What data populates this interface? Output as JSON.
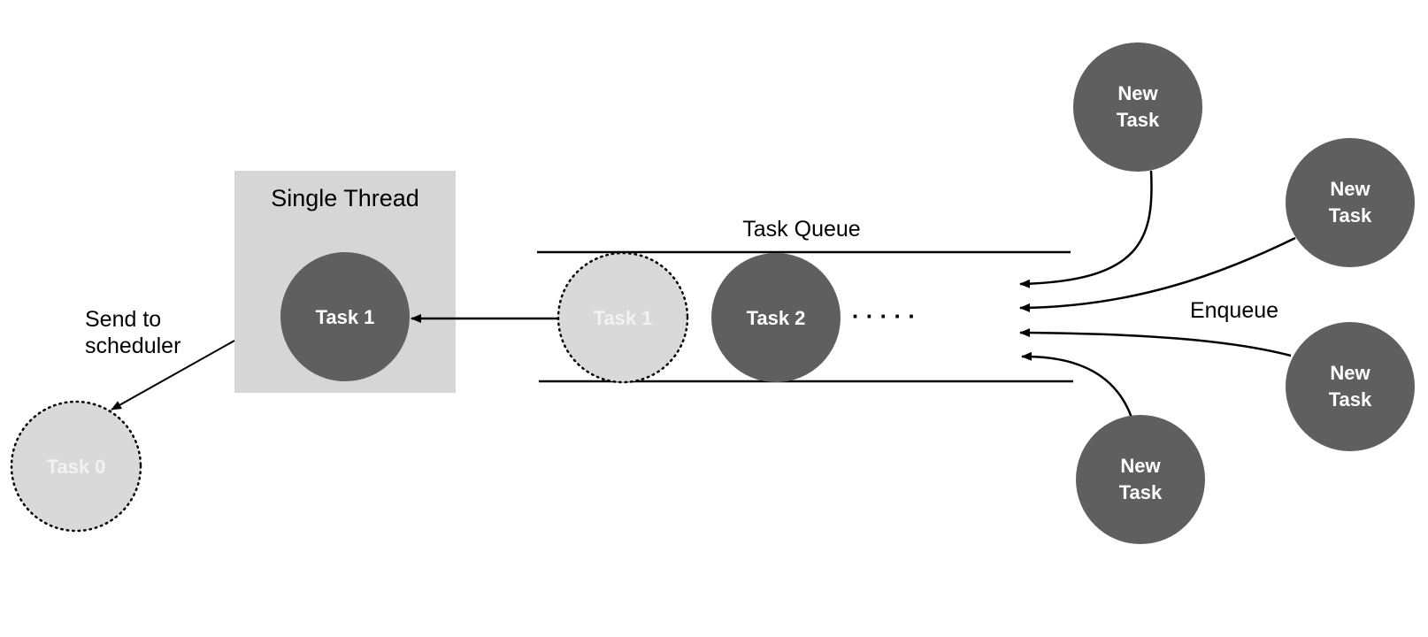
{
  "single_thread": {
    "title": "Single Thread",
    "task_label": "Task 1"
  },
  "task_queue": {
    "label": "Task Queue",
    "ghost_task_label": "Task 1",
    "task_label": "Task 2",
    "ellipsis": "· · · · ·"
  },
  "scheduler": {
    "label_line1": "Send to",
    "label_line2": "scheduler",
    "task_label": "Task 0"
  },
  "enqueue": {
    "label": "Enqueue"
  },
  "new_tasks": [
    {
      "line1": "New",
      "line2": "Task"
    },
    {
      "line1": "New",
      "line2": "Task"
    },
    {
      "line1": "New",
      "line2": "Task"
    },
    {
      "line1": "New",
      "line2": "Task"
    }
  ],
  "colors": {
    "dark_node": "#5f5f5f",
    "ghost_node": "#d9d9d9",
    "thread_box": "#d6d6d6",
    "line": "#000000"
  }
}
